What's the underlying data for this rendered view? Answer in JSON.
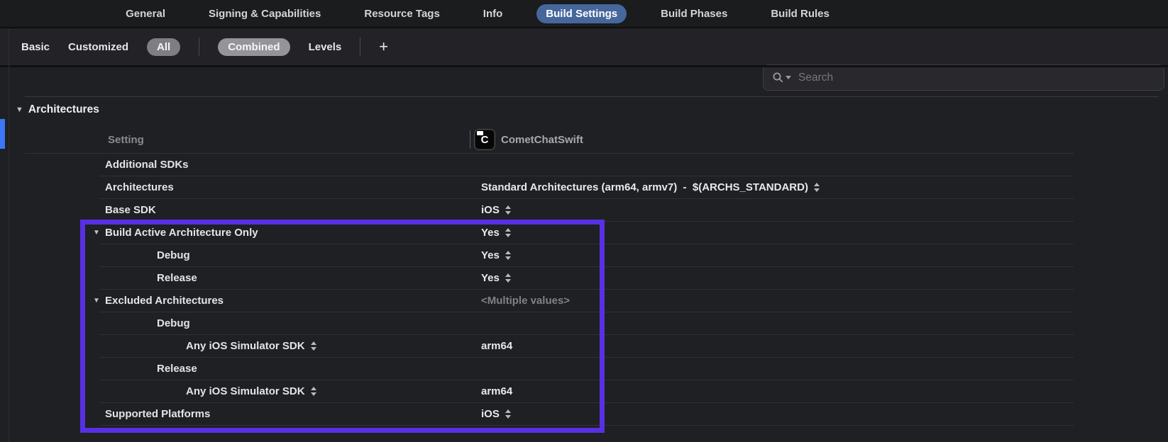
{
  "tab_bar": {
    "tabs": [
      {
        "label": "General",
        "selected": false
      },
      {
        "label": "Signing & Capabilities",
        "selected": false
      },
      {
        "label": "Resource Tags",
        "selected": false
      },
      {
        "label": "Info",
        "selected": false
      },
      {
        "label": "Build Settings",
        "selected": true
      },
      {
        "label": "Build Phases",
        "selected": false
      },
      {
        "label": "Build Rules",
        "selected": false
      }
    ]
  },
  "filter_bar": {
    "basic": "Basic",
    "customized": "Customized",
    "all": "All",
    "combined": "Combined",
    "levels": "Levels",
    "add": "+",
    "search_placeholder": "Search"
  },
  "table": {
    "section_title": "Architectures",
    "column_setting": "Setting",
    "target_name": "CometChatSwift",
    "target_icon_letter": "C",
    "rows": [
      {
        "label": "Additional SDKs",
        "indent": 0,
        "disclosure": false,
        "label_stepper": false,
        "value": "",
        "value_stepper": false,
        "value_muted": false
      },
      {
        "label": "Architectures",
        "indent": 0,
        "disclosure": false,
        "label_stepper": false,
        "value": "Standard Architectures (arm64, armv7)  -  $(ARCHS_STANDARD)",
        "value_stepper": true,
        "value_muted": false
      },
      {
        "label": "Base SDK",
        "indent": 0,
        "disclosure": false,
        "label_stepper": false,
        "value": "iOS",
        "value_stepper": true,
        "value_muted": false
      },
      {
        "label": "Build Active Architecture Only",
        "indent": 0,
        "disclosure": true,
        "label_stepper": false,
        "value": "Yes",
        "value_stepper": true,
        "value_muted": false
      },
      {
        "label": "Debug",
        "indent": 1,
        "disclosure": false,
        "label_stepper": false,
        "value": "Yes",
        "value_stepper": true,
        "value_muted": false
      },
      {
        "label": "Release",
        "indent": 1,
        "disclosure": false,
        "label_stepper": false,
        "value": "Yes",
        "value_stepper": true,
        "value_muted": false
      },
      {
        "label": "Excluded Architectures",
        "indent": 0,
        "disclosure": true,
        "label_stepper": false,
        "value": "<Multiple values>",
        "value_stepper": false,
        "value_muted": true
      },
      {
        "label": "Debug",
        "indent": 1,
        "disclosure": false,
        "label_stepper": false,
        "value": "",
        "value_stepper": false,
        "value_muted": false
      },
      {
        "label": "Any iOS Simulator SDK",
        "indent": 2,
        "disclosure": false,
        "label_stepper": true,
        "value": "arm64",
        "value_stepper": false,
        "value_muted": false
      },
      {
        "label": "Release",
        "indent": 1,
        "disclosure": false,
        "label_stepper": false,
        "value": "",
        "value_stepper": false,
        "value_muted": false
      },
      {
        "label": "Any iOS Simulator SDK",
        "indent": 2,
        "disclosure": false,
        "label_stepper": true,
        "value": "arm64",
        "value_stepper": false,
        "value_muted": false
      },
      {
        "label": "Supported Platforms",
        "indent": 0,
        "disclosure": false,
        "label_stepper": false,
        "value": "iOS",
        "value_stepper": true,
        "value_muted": false
      }
    ]
  },
  "annotation": {
    "highlight_color": "#5730e4"
  },
  "colors": {
    "selected_tab": "#45679b",
    "accent_strip": "#3b77f7"
  }
}
